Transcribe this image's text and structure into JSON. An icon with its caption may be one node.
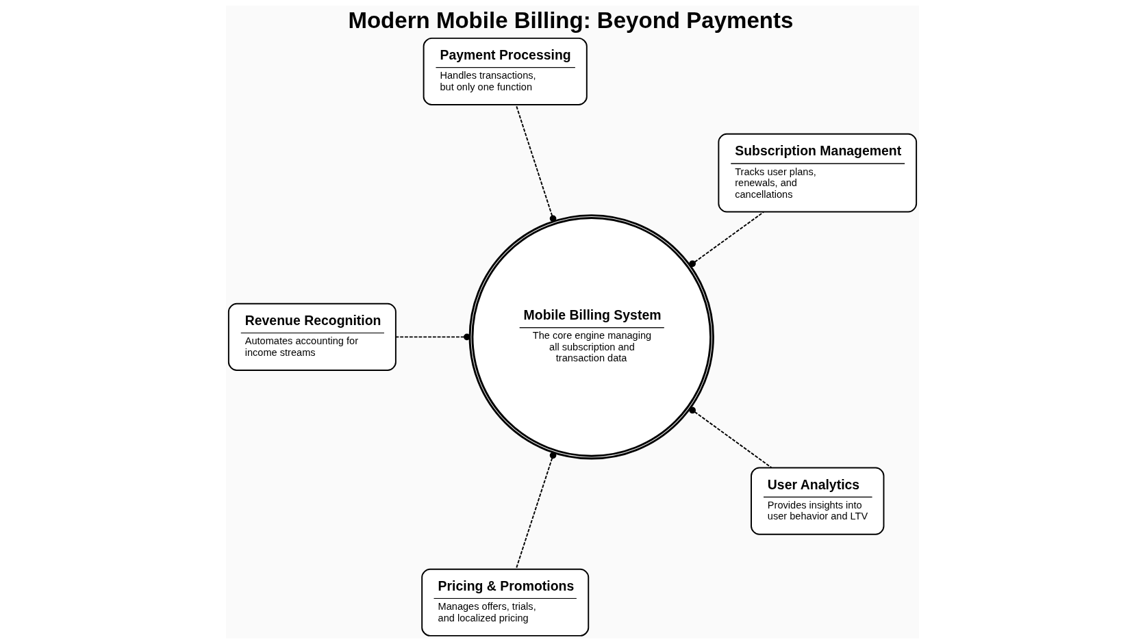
{
  "diagram": {
    "title": "Modern Mobile Billing: Beyond Payments",
    "nodes": [
      {
        "text": [
          "Mobile Billing System",
          "The core engine managing all subscription and transaction data"
        ]
      },
      {
        "text": [
          "Payment Processing",
          "Handles transactions, but only one function"
        ]
      },
      {
        "text": [
          "Subscription Management",
          "Tracks user plans, renewals, and cancellations"
        ]
      },
      {
        "text": [
          "Revenue Recognition",
          "Automates accounting for income streams"
        ]
      },
      {
        "text": [
          "User Analytics",
          "Provides insights into user behavior and LTV"
        ]
      },
      {
        "text": [
          "Pricing & Promotions",
          "Manages offers, trials, and localized pricing"
        ]
      }
    ],
    "edges": [
      {
        "from": 0,
        "to": 1,
        "arrow": "other",
        "style": "dashed"
      },
      {
        "from": 0,
        "to": 2,
        "arrow": "other",
        "style": "dashed"
      },
      {
        "from": 0,
        "to": 3,
        "arrow": "other",
        "style": "dashed"
      },
      {
        "from": 0,
        "to": 4,
        "arrow": "other",
        "style": "dashed"
      },
      {
        "from": 0,
        "to": 5,
        "arrow": "other",
        "style": "dashed"
      }
    ]
  }
}
